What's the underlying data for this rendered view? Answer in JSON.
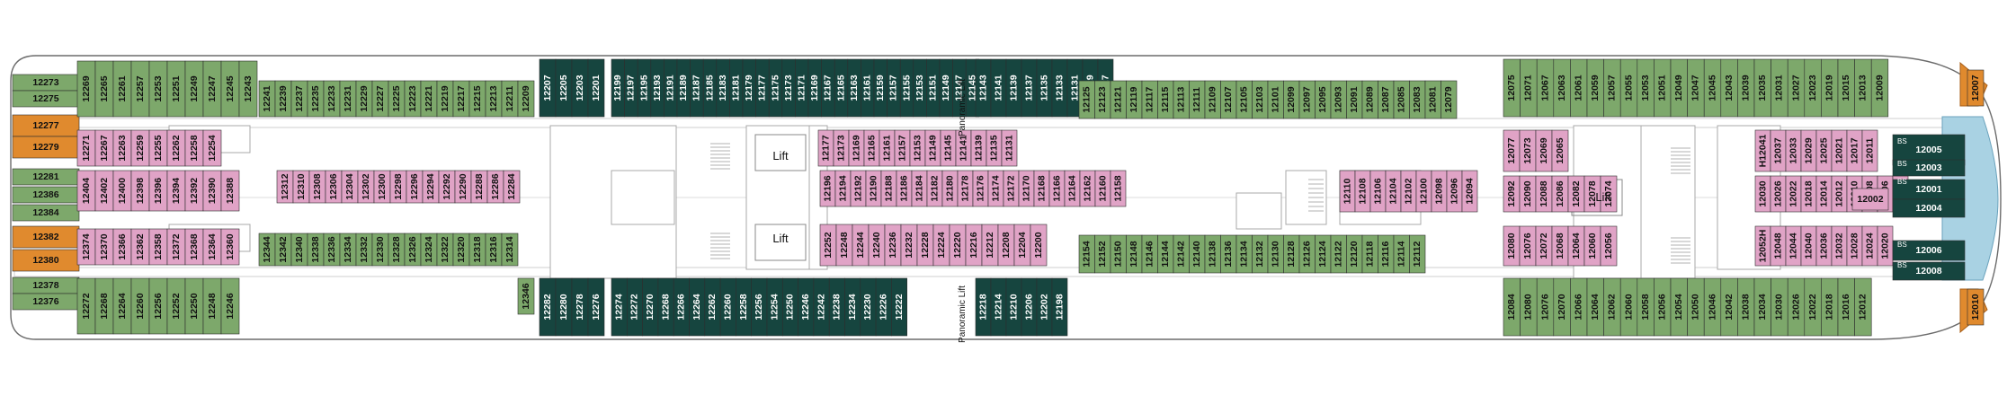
{
  "deck": {
    "colors": {
      "balcony": "#7da86b",
      "inside": "#e0a3c6",
      "suite_dark": "#16453f",
      "orange": "#e08a2e",
      "blue": "#a9d2e3",
      "hull_stroke": "#6b6b6b",
      "structure": "#cfcfcf"
    },
    "labels": {
      "lift_1": "Lift",
      "lift_2": "Lift",
      "lift_3": "Lift",
      "panoramic_lift_top": "Panoramic Lift",
      "panoramic_lift_bottom": "Panoramic Lift",
      "bs": "BS"
    },
    "cabins": {
      "stern_left": [
        "12273",
        "12275",
        "12277",
        "12279",
        "12281",
        "12386",
        "12384",
        "12382",
        "12380",
        "12378",
        "12376"
      ],
      "aft_top_outer": [
        "12269",
        "12265",
        "12261",
        "12257",
        "12253",
        "12251",
        "12249",
        "12247",
        "12245",
        "12243"
      ],
      "aft_bottom_outer": [
        "12272",
        "12268",
        "12264",
        "12260",
        "12256",
        "12252",
        "12250",
        "12248",
        "12246"
      ],
      "aft_top_block": [
        "12271",
        "12267",
        "12263",
        "12259",
        "12255"
      ],
      "aft_top_block2": [
        "12262",
        "12258",
        "12254"
      ],
      "aft_mid": [
        "12404",
        "12402",
        "12400",
        "12398",
        "12396",
        "12394",
        "12392",
        "12390",
        "12388"
      ],
      "aft_bottom_block": [
        "12374",
        "12370",
        "12366",
        "12362",
        "12358"
      ],
      "aft_bottom_block2": [
        "12372",
        "12368",
        "12364",
        "12360"
      ],
      "mid_aft_top": [
        "12241",
        "12239",
        "12237",
        "12235",
        "12233",
        "12231",
        "12229",
        "12227",
        "12225",
        "12223",
        "12221",
        "12219",
        "12217",
        "12215",
        "12213",
        "12211",
        "12209"
      ],
      "mid_aft_inner_top": [
        "12312",
        "12310",
        "12308",
        "12306",
        "12304",
        "12302",
        "12300",
        "12298",
        "12296",
        "12294",
        "12292",
        "12290",
        "12288",
        "12286",
        "12284"
      ],
      "mid_aft_inner_bottom": [
        "12344",
        "12342",
        "12340",
        "12338",
        "12336",
        "12334",
        "12332",
        "12330",
        "12328",
        "12326",
        "12324",
        "12322",
        "12320",
        "12318",
        "12316",
        "12314"
      ],
      "mid_aft_bottom": [
        "12346"
      ],
      "center_top_row": [
        "12207",
        "12205",
        "12203",
        "12201",
        "12199",
        "12197",
        "12195",
        "12193",
        "12191",
        "12189",
        "12187",
        "12185",
        "12183",
        "12181",
        "12179",
        "12177",
        "12175",
        "12173",
        "12171",
        "12169",
        "12167",
        "12165",
        "12163",
        "12161",
        "12159",
        "12157",
        "12155",
        "12153",
        "12151",
        "12149",
        "12147",
        "12145"
      ],
      "center_top_row_fwd": [
        "12143",
        "12141",
        "12139",
        "12137",
        "12135",
        "12133",
        "12131",
        "12129",
        "12127"
      ],
      "center_top_inner": [
        "12177",
        "12173",
        "12169",
        "12165",
        "12161",
        "12157",
        "12153",
        "12149",
        "12145",
        "12141",
        "12139",
        "12135",
        "12131"
      ],
      "center_mid": [
        "12196",
        "12194",
        "12192",
        "12190",
        "12188",
        "12186",
        "12184",
        "12182",
        "12180",
        "12178",
        "12176",
        "12174",
        "12172",
        "12170",
        "12168",
        "12166",
        "12164",
        "12162",
        "12160",
        "12158"
      ],
      "center_lower_inner": [
        "12252",
        "12248",
        "12244",
        "12240",
        "12236",
        "12232",
        "12228",
        "12224",
        "12220",
        "12216",
        "12212",
        "12208",
        "12204",
        "12200"
      ],
      "center_bottom_row": [
        "12282",
        "12280",
        "12278",
        "12276",
        "12274",
        "12272",
        "12270",
        "12268",
        "12266",
        "12264",
        "12262",
        "12260",
        "12258",
        "12256",
        "12254",
        "12250",
        "12246",
        "12242",
        "12238",
        "12234",
        "12230",
        "12226",
        "12222"
      ],
      "center_bottom_row_fwd": [
        "12218",
        "12214",
        "12210",
        "12206",
        "12202",
        "12198"
      ],
      "fwd_mid_top": [
        "12125",
        "12123",
        "12121",
        "12119",
        "12117",
        "12115",
        "12113",
        "12111",
        "12109",
        "12107",
        "12105",
        "12103",
        "12101",
        "12099",
        "12097",
        "12095",
        "12093",
        "12091",
        "12089",
        "12087",
        "12085",
        "12083",
        "12081",
        "12079"
      ],
      "fwd_mid_inner": [
        "12110",
        "12108",
        "12106",
        "12104",
        "12102",
        "12100",
        "12098",
        "12096",
        "12094"
      ],
      "fwd_mid_bottom": [
        "12154",
        "12152",
        "12150",
        "12148",
        "12146",
        "12144",
        "12142",
        "12140",
        "12138",
        "12136",
        "12134",
        "12132",
        "12130",
        "12128",
        "12126",
        "12124",
        "12122",
        "12120",
        "12118",
        "12116",
        "12114",
        "12112"
      ],
      "fwd_top_outer": [
        "12075",
        "12071",
        "12067",
        "12063",
        "12061",
        "12059",
        "12057",
        "12055",
        "12053",
        "12051",
        "12049",
        "12047",
        "12045",
        "12043",
        "12039",
        "12035",
        "12031",
        "12027",
        "12023",
        "12019",
        "12015",
        "12013",
        "12009"
      ],
      "fwd_top_inner": [
        "12077",
        "12073",
        "12069",
        "12065",
        "H12041",
        "12037",
        "12033",
        "12029",
        "12025",
        "12021",
        "12017",
        "12011"
      ],
      "fwd_mid_row": [
        "12092",
        "12090",
        "12088",
        "12086",
        "12082",
        "12078",
        "12074",
        "12030",
        "12026",
        "12022",
        "12018",
        "12014",
        "12012",
        "12010",
        "12008",
        "12006",
        "12004"
      ],
      "fwd_bottom_inner": [
        "12080",
        "12076",
        "12072",
        "12068",
        "12064",
        "12060",
        "12056",
        "12052H",
        "12048",
        "12044",
        "12040",
        "12036",
        "12032",
        "12028",
        "12024",
        "12020"
      ],
      "fwd_bottom_outer": [
        "12084",
        "12080",
        "12076",
        "12070",
        "12066",
        "12064",
        "12062",
        "12060",
        "12058",
        "12056",
        "12054",
        "12050",
        "12046",
        "12042",
        "12038",
        "12034",
        "12030",
        "12026",
        "12022",
        "12018",
        "12016",
        "12012"
      ],
      "bow_suites": [
        "12007",
        "12005",
        "12003",
        "12001",
        "12004",
        "12006",
        "12008",
        "12002",
        "12010"
      ]
    }
  }
}
